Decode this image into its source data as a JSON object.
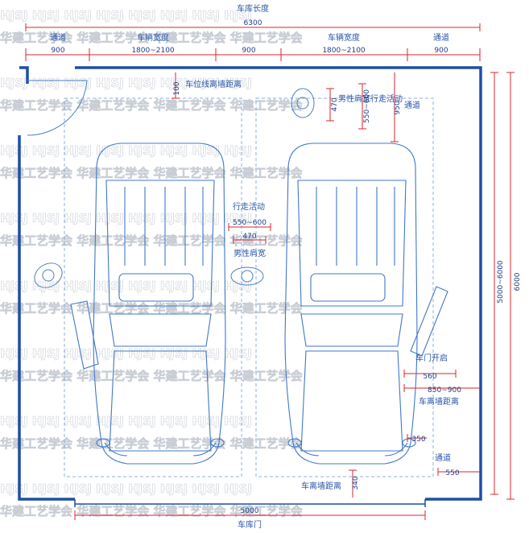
{
  "labels": {
    "garage_length": "车库长度",
    "aisle_left": "通道",
    "car_width_left": "车辆宽度",
    "car_width_right": "车辆宽度",
    "aisle_right": "通道",
    "slot_wall_distance": "车位线离墙距离",
    "walk_activity_top": "行走活动",
    "male_shoulder_top": "男性肩宽",
    "aisle_side": "通道",
    "walk_activity_mid": "行走活动",
    "male_shoulder_mid": "男性肩宽",
    "door_open": "车门开启",
    "car_wall_distance_right": "车离墙距离",
    "aisle_bottom_right": "通道",
    "car_wall_distance_bottom": "车离墙距离",
    "garage_door": "车库门"
  },
  "dimensions": {
    "total_width": "6300",
    "aisle_left": "900",
    "car_width_left": "1800~2100",
    "center_aisle": "900",
    "car_width_right": "1800~2100",
    "aisle_right": "900",
    "slot_offset": "100",
    "shoulder_top": "470",
    "walk_top": "550~600",
    "depth_950": "950",
    "walk_mid": "550~600",
    "shoulder_mid": "470",
    "door_open": "560",
    "car_wall_right": "850~900",
    "gap_350": "350",
    "aisle_550": "550",
    "gap_340": "340",
    "door_width": "5000",
    "depth_range": "5000~6000",
    "depth_total": "6000"
  },
  "watermark": {
    "latin": "HJSJ HJSJ HJSJ HJSJ HJSJ HJSJ HJSJ HJSJ",
    "chinese": "华建工艺学会 华建工艺学会 华建工艺学会 华建工艺学会"
  }
}
